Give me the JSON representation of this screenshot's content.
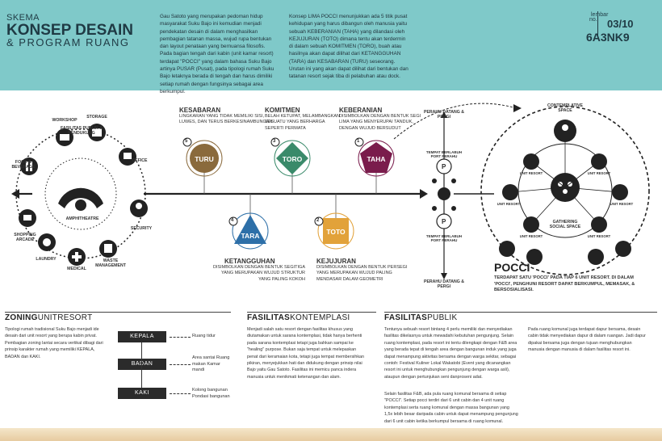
{
  "header": {
    "skema": "SKEMA",
    "title_bold": "KONSEP DESAIN",
    "title_light": "& PROGRAM RUANG",
    "paragraph1": "Gau Satoto yang merupakan pedoman hidup masyarakat Suku Bajo ini kemudian menjadi pendekatan desain di dalam menghasilkan pembagian tatanan massa, wujud rupa bentukan dan layout penataan yang bernuansa filosofis. Pada bagian tengah dari kabin (unit kamar resort) terdapat \"POCCI\" yang dalam bahasa Suku Bajo artinya PUSAR (Pusat), pada tipologi rumah Suku Bajo letaknya berada di tengah dan harus dimiliki setiap rumah dengan fungsinya sebagai area berkumpul.",
    "paragraph2": "Konsep LIMA POCCI menunjukkan ada 5 titik pusat kehidupan yang harus dibangun oleh manusia yaitu sebuah KEBERANIAN (TAHA) yang dilandasi oleh KEJUJURAN (TOTO) dimana tentu akan terdermin di dalam sebuah KOMITMEN (TORO), buah atau hasilnya akan dapat dilihat dari KETANGGUHAN (TARA) dan KESABARAN (TURU) seseorang. Urutan ini yang akan dapat dilihat dari bentukan dan tatanan resort sejak tiba di pelabuhan atau dock.",
    "lembar_label": "lembar",
    "lembar_no_label": "no.",
    "page_number": "03/10",
    "code": "6A3NK9"
  },
  "facilities": {
    "center_title": "FASILITAS PUBLIK & PENDUKUNG",
    "amphitheatre": "AMPHITHEATRE",
    "items": [
      "WORKSHOP",
      "STORAGE",
      "OFFICE",
      "SECURITY",
      "WASTE MANAGEMENT",
      "MEDICAL",
      "LAUNDRY",
      "SHOPPING ARCADE",
      "FOOD & BEVERAGE"
    ]
  },
  "values": [
    {
      "num": "5",
      "name": "TURU",
      "title": "KESABARAN",
      "desc": "LINGKARAN YANG TIDAK MEMILIKI SISI, LUWES, DAN TERUS BERKESINAMBUNGAN",
      "color": "#8a6a3c"
    },
    {
      "num": "3",
      "name": "TORO",
      "title": "KOMITMEN",
      "desc": "BELAH KETUPAT, MELAMBANGKAN SESUATU YANG BERHARGA SEPERTI PERMATA",
      "color": "#3a8a6a"
    },
    {
      "num": "1",
      "name": "TAHA",
      "title": "KEBERANIAN",
      "desc": "DISIMBOLKAN DENGAN BENTUK SEGI LIMA YANG MENYERUPAI TANDUK, DENGAN WUJUD BERSUDUT",
      "color": "#7a1c4c"
    },
    {
      "num": "4",
      "name": "TARA",
      "title": "KETANGGUHAN",
      "desc": "DISIMBOLKAN DENGAN BENTUK SEGITIGA YANG MERUPAKAN WUJUD STRUKTUR YANG PALING KOKOH",
      "color": "#2d6fa8"
    },
    {
      "num": "2",
      "name": "TOTO",
      "title": "KEJUJURAN",
      "desc": "DISIMBOLKAN DENGAN BENTUK PERSEGI YANG MERUPAKAN WUJUD PALING MENDASAR DALAM GEOMETRI",
      "color": "#e2a23a"
    }
  ],
  "port": {
    "labels": [
      "PERAHU DATANG & PERGI",
      "TEMPAT BERLABUH PORT PERAHU",
      "TEMPAT BERLABUH PORT PERAHU",
      "PERAHU DATANG & PERGI"
    ],
    "letter": "P"
  },
  "pocci_diagram": {
    "contemplative": "CONTEMPLATIVE SPACE",
    "gathering": "GATHERING SOCIAL SPACE",
    "unit": "UNIT RESORT"
  },
  "pocci": {
    "title": "POCCI",
    "desc": "TERDAPAT SATU 'POCCI' PADA TIAP 6 UNIT RESORT. DI DALAM 'POCCI', PENGHUNI RESORT DAPAT BERKUMPUL, MEMASAK, & BERSOSIALISASI."
  },
  "zoning": {
    "title_bold": "ZONING",
    "title_light": "UNITRESORT",
    "text": "Tipologi rumah tradisional Suku Bajo menjadi ide desain dari unit resort yang berupa kabin privat. Pembagian zoning lantai secara vertikal dibagi dari prinsip karakter rumah yang memiliki KEPALA, BADAN dan KAKI.",
    "levels": [
      {
        "name": "KEPALA",
        "desc": "Ruang tidur"
      },
      {
        "name": "BADAN",
        "desc": "Area santai Ruang makan Kamar mandi"
      },
      {
        "name": "KAKI",
        "desc": "Kolong bangunan Pondasi bangunan"
      }
    ]
  },
  "kontemplasi": {
    "title_bold": "FASILITAS",
    "title_light": "KONTEMPLASI",
    "text": "Menjadi salah satu resort dengan fasilitas khusus yang diutamakan untuk sarana kontemplasi, tidak hanya berhenti pada sarana kontemplasi tetapi juga bahkan sampai ke \"healing\" purpose. Bukan saja tempat untuk melepaskan penat dari keramaian kota, tetapi juga tempat membersihkan pikiran, menyejukkan hati dan didukung dengan prinsip nilai Bajo yaitu Gau Satoto. Fasilitas ini memicu panca indera manusia untuk menikmati ketenangan dan alam."
  },
  "publik": {
    "title_bold": "FASILITAS",
    "title_light": "PUBLIK",
    "text1": "Tentunya sebuah resort bintang 4 perlu memiliki dan menyediakan fasilitas dikelasnya untuk mewadahi kebutuhan pengunjung. Selain ruang kontemplasi, pada resort ini tentu dilengkapi dengan F&B area yang berada tepat di tengah area dengan bangunan induk yang juga dapat menampung aktivitas bersama dengan warga sekitar, sebagai contoh: Festival Kuliner Lokal Wakatobi (Event yang dicanangkan resort ini untuk menghubungkan pengunjung dengan warga asli), ataupun dengan pertunjukan seni danproseni adat.",
    "text2": "Selain fasilitas F&B, ada pula ruang komunal bersama di setiap \"POCCI\". Setiap pocci terdiri dari 6 unit cabin dan 4 unit ruang kontemplasi serta ruang komunal dengan massa bangunan yang 1,5x lebih besar daripada cabin untuk dapat menampung pengunjung dari 6 unit cabin ketika berkumpul bersama di ruang komunal.",
    "text3": "Pada ruang komunal juga terdapat dapur bersama, desain cabin tidak menyediakan dapur di dalam ruangan. Jadi dapur dipakai bersama juga dengan tujuan menghubungkan manusia dengan manusia di dalam fasilitas resort ini."
  },
  "colors": {
    "header_bg": "#7fc9c9",
    "dark": "#2b2b2b",
    "turu": "#8a6a3c",
    "toro": "#3a8a6a",
    "taha": "#7a1c4c",
    "tara": "#2d6fa8",
    "toto": "#e2a23a"
  }
}
